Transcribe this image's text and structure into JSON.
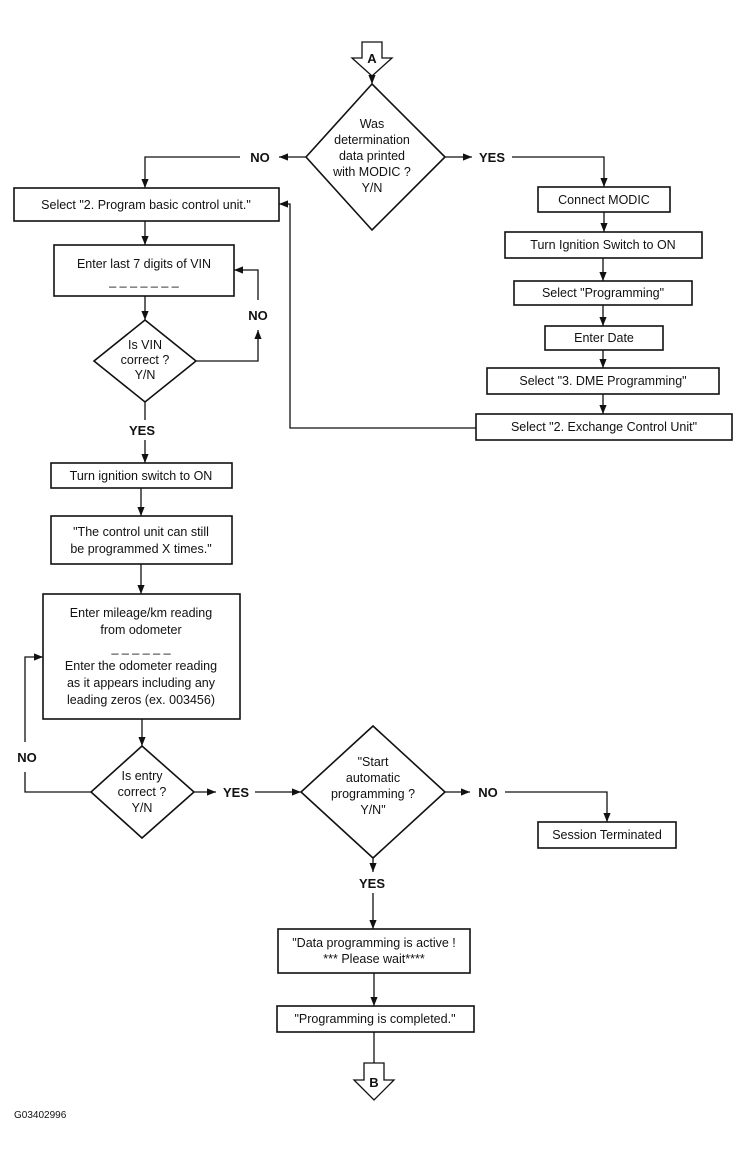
{
  "connectors": {
    "start": "A",
    "end": "B"
  },
  "decisions": {
    "modic_printed": [
      "Was",
      "determination",
      "data printed",
      "with MODIC ?",
      "Y/N"
    ],
    "vin_correct": [
      "Is VIN",
      "correct ?",
      "Y/N"
    ],
    "entry_correct": [
      "Is entry",
      "correct ?",
      "Y/N"
    ],
    "start_auto": [
      "\"Start",
      "automatic",
      "programming ?",
      "Y/N\""
    ]
  },
  "boxes": {
    "select_program_basic": [
      "Select \"2. Program basic control unit.\""
    ],
    "enter_vin": [
      "Enter last 7 digits of VIN",
      "_ _ _ _ _ _ _"
    ],
    "turn_ignition_on_left": [
      "Turn ignition switch to ON"
    ],
    "control_unit_times": [
      "\"The control unit can still",
      "be programmed X times.\""
    ],
    "enter_mileage": [
      "Enter mileage/km reading",
      "from odometer",
      "_ _ _ _ _ _",
      "Enter the odometer reading",
      "as it appears including any",
      "leading zeros (ex. 003456)"
    ],
    "connect_modic": [
      "Connect MODIC"
    ],
    "turn_ignition_on_right": [
      "Turn Ignition Switch to ON"
    ],
    "select_programming": [
      "Select \"Programming\""
    ],
    "enter_date": [
      "Enter Date"
    ],
    "select_dme": [
      "Select \"3. DME Programming\""
    ],
    "select_exchange": [
      "Select \"2. Exchange Control Unit\""
    ],
    "session_terminated": [
      "Session Terminated"
    ],
    "data_programming_active": [
      "\"Data programming is active !",
      "*** Please wait****"
    ],
    "programming_completed": [
      "\"Programming is completed.\""
    ]
  },
  "labels": {
    "no_modic": "NO",
    "yes_modic": "YES",
    "no_vin": "NO",
    "yes_vin": "YES",
    "no_entry": "NO",
    "yes_entry": "YES",
    "no_start": "NO",
    "yes_start": "YES"
  },
  "figure_id": "G03402996"
}
